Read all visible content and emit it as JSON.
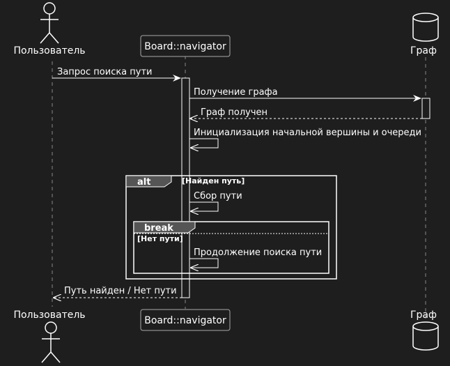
{
  "diagram": {
    "type": "sequence",
    "participants": [
      {
        "id": "user",
        "label": "Пользователь",
        "shape": "actor"
      },
      {
        "id": "nav",
        "label": "Board::navigator",
        "shape": "participant"
      },
      {
        "id": "graph",
        "label": "Граф",
        "shape": "database"
      }
    ],
    "messages": [
      {
        "from": "user",
        "to": "nav",
        "label": "Запрос поиска пути",
        "style": "solid"
      },
      {
        "from": "nav",
        "to": "graph",
        "label": "Получение графа",
        "style": "solid"
      },
      {
        "from": "graph",
        "to": "nav",
        "label": "Граф получен",
        "style": "dashed"
      },
      {
        "from": "nav",
        "to": "nav",
        "label": "Инициализация начальной вершины и очереди",
        "style": "self"
      },
      {
        "from": "nav",
        "to": "nav",
        "label": "Сбор пути",
        "style": "self"
      },
      {
        "from": "nav",
        "to": "nav",
        "label": "Продолжение поиска пути",
        "style": "self"
      },
      {
        "from": "nav",
        "to": "user",
        "label": "Путь найден / Нет пути",
        "style": "dashed"
      }
    ],
    "fragments": [
      {
        "keyword": "alt",
        "guard": "[Найден путь]"
      },
      {
        "keyword": "break",
        "guard": "[Нет пути]"
      }
    ]
  },
  "colors": {
    "background": "#1e1e1e",
    "line": "#ffffff",
    "fragment_tab": "#555555",
    "activation_fill": "#1e1e1e"
  }
}
